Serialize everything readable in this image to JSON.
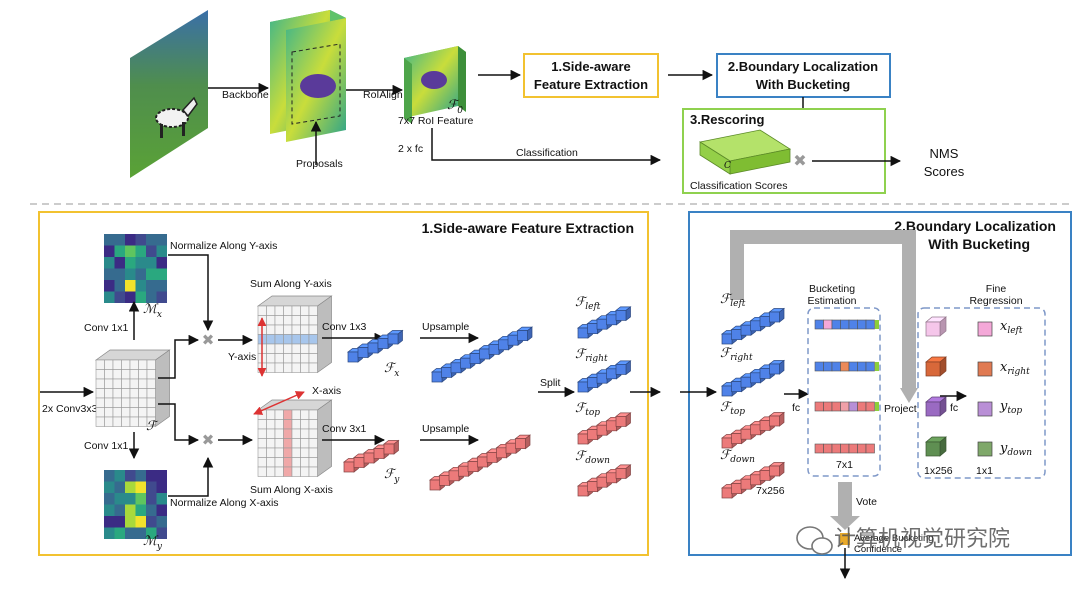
{
  "colors": {
    "yellow": "#f2c230",
    "blue": "#3a82c4",
    "green": "#8fd14f",
    "cube_blue": "#4f82e8",
    "cube_red": "#ec7a7a",
    "dash_blue": "#7f98c8",
    "gray_arrow": "#b0b0b0",
    "bar_green": "#8ccf3a"
  },
  "top": {
    "backbone": "Backbone",
    "proposals": "Proposals",
    "roialign": "RoIAlign",
    "f0": "F0",
    "roi_feature": "7x7 RoI Feature",
    "fc2": "2 x fc",
    "classification": "Classification",
    "box1": [
      "1.Side-aware",
      "Feature Extraction"
    ],
    "box2": [
      "2.Boundary Localization",
      "With Bucketing"
    ],
    "box3": "3.Rescoring",
    "class_c": "C",
    "class_scores": "Classification Scores",
    "nms": [
      "NMS",
      "Scores"
    ]
  },
  "left": {
    "title": "1.Side-aware Feature Extraction",
    "norm_y": "Normalize Along Y-axis",
    "norm_x": "Normalize Along X-axis",
    "mx": "Mx",
    "my": "My",
    "conv1x1_top": "Conv 1x1",
    "conv1x1_bot": "Conv 1x1",
    "conv3x3": "2x Conv3x3",
    "f": "F",
    "sum_y": "Sum Along Y-axis",
    "sum_x": "Sum Along X-axis",
    "yaxis": "Y-axis",
    "xaxis": "X-axis",
    "conv1x3": "Conv 1x3",
    "conv3x1": "Conv 3x1",
    "upsample1": "Upsample",
    "upsample2": "Upsample",
    "fx": "Fx",
    "fy": "Fy",
    "split": "Split",
    "f_left": "F_left",
    "f_right": "F_right",
    "f_top": "F_top",
    "f_down": "F_down"
  },
  "right": {
    "title": [
      "2.Boundary Localization",
      "With Bucketing"
    ],
    "bucket_est": [
      "Bucketing",
      "Estimation"
    ],
    "fine_reg": [
      "Fine",
      "Regression"
    ],
    "fc1": "fc",
    "fc2": "fc",
    "project": "Project",
    "s7x1": "7x1",
    "s7x256": "7x256",
    "s1x256": "1x256",
    "s1x1": "1x1",
    "vote": "Vote",
    "conf": [
      "Average Bucketing",
      "Confidence"
    ],
    "xl": "x_left",
    "xr": "x_right",
    "yt": "y_top",
    "yd": "y_down",
    "watermark": "计算机视觉研究院"
  }
}
